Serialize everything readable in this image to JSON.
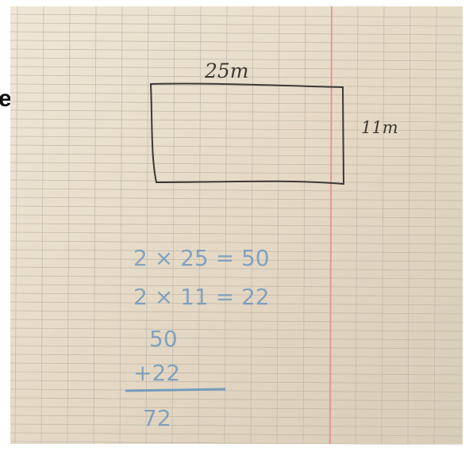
{
  "photo": {
    "subject": "handwritten-math-on-graph-paper",
    "edge_letter": "e",
    "rectangle_labels": {
      "top": "25m",
      "right": "11m"
    },
    "equations": [
      "2 × 25 = 50",
      "2 × 11 = 22"
    ],
    "addition": {
      "row1": "50",
      "row2": "+22",
      "result": "72"
    },
    "colors": {
      "paper": "#e7dcc9",
      "grid_line": "#b8b2a7",
      "margin_line": "#e39a97",
      "pencil": "#3c3934",
      "blue_ink": "#5f8ebd",
      "white_border": "#ffffff"
    }
  }
}
